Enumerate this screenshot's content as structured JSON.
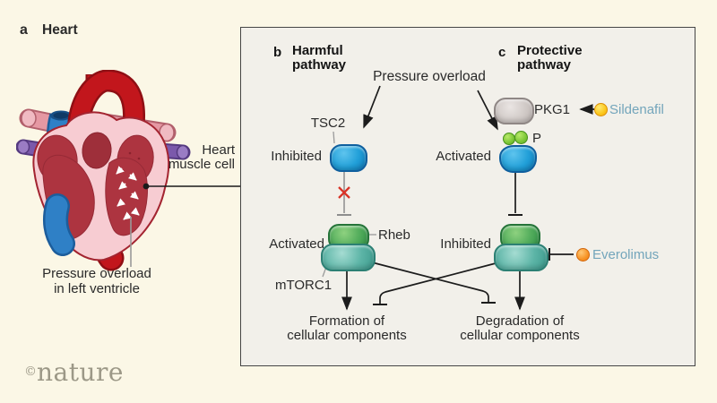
{
  "panel_a": {
    "letter": "a",
    "title": "Heart",
    "heart_muscle_cell_label": "Heart\nmuscle cell",
    "pressure_overload_label": "Pressure overload\nin left ventricle"
  },
  "panel_b": {
    "letter": "b",
    "title": "Harmful\npathway",
    "pressure_overload": "Pressure overload",
    "tsc2": {
      "name": "TSC2",
      "state": "Inhibited"
    },
    "mtorc1": {
      "name": "mTORC1",
      "partner": "Rheb",
      "state": "Activated"
    },
    "outcome": "Formation of\ncellular components"
  },
  "panel_c": {
    "letter": "c",
    "title": "Protective\npathway",
    "pkg1": {
      "name": "PKG1",
      "drug": "Sildenafil"
    },
    "tsc2": {
      "state": "Activated",
      "phospho": "P"
    },
    "mtorc1": {
      "state": "Inhibited",
      "drug": "Everolimus"
    },
    "outcome": "Degradation of\ncellular components"
  },
  "footer": {
    "copyright": "©",
    "brand": "nature"
  },
  "colors": {
    "background": "#fbf7e6",
    "box_background": "#f2f0ea",
    "tsc2_blue": "#1f8fd0",
    "rheb_green": "#48a855",
    "mtorc1_teal": "#4fae9f",
    "pkg1_gray": "#cfc8c5",
    "sildenafil_yellow": "#fbc71c",
    "everolimus_orange": "#f79426",
    "phospho_green": "#7cc636",
    "drug_label_blue": "#73a5bb",
    "inhibit_red": "#d93327"
  }
}
